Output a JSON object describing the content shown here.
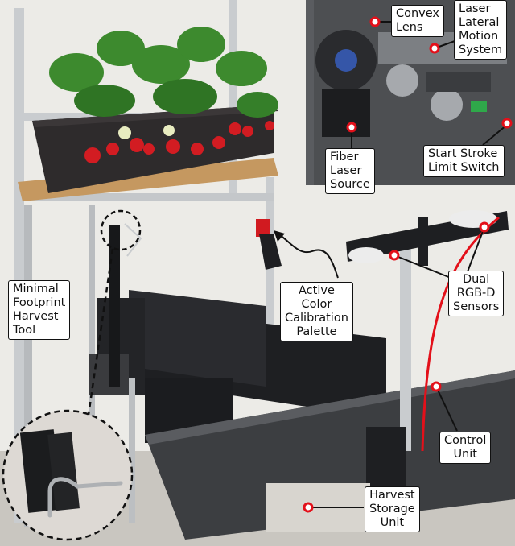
{
  "labels": {
    "convex_lens": "Convex\nLens",
    "laser_lateral": "Laser\nLateral\nMotion\nSystem",
    "fiber_laser": "Fiber\nLaser\nSource",
    "start_stroke": "Start Stroke\nLimit Switch",
    "minimal_footprint": "Minimal\nFootprint\nHarvest\nTool",
    "active_color": "Active\nColor\nCalibration\nPalette",
    "dual_rgbd": "Dual\nRGB-D\nSensors",
    "control_unit": "Control\nUnit",
    "harvest_storage": "Harvest\nStorage\nUnit"
  },
  "colors": {
    "accent_red": "#e3101a",
    "frame_silver": "#c9cccf",
    "dark_machine": "#1e1f22",
    "plant_green": "#3d8a2e",
    "planter": "#2e2b2c"
  }
}
